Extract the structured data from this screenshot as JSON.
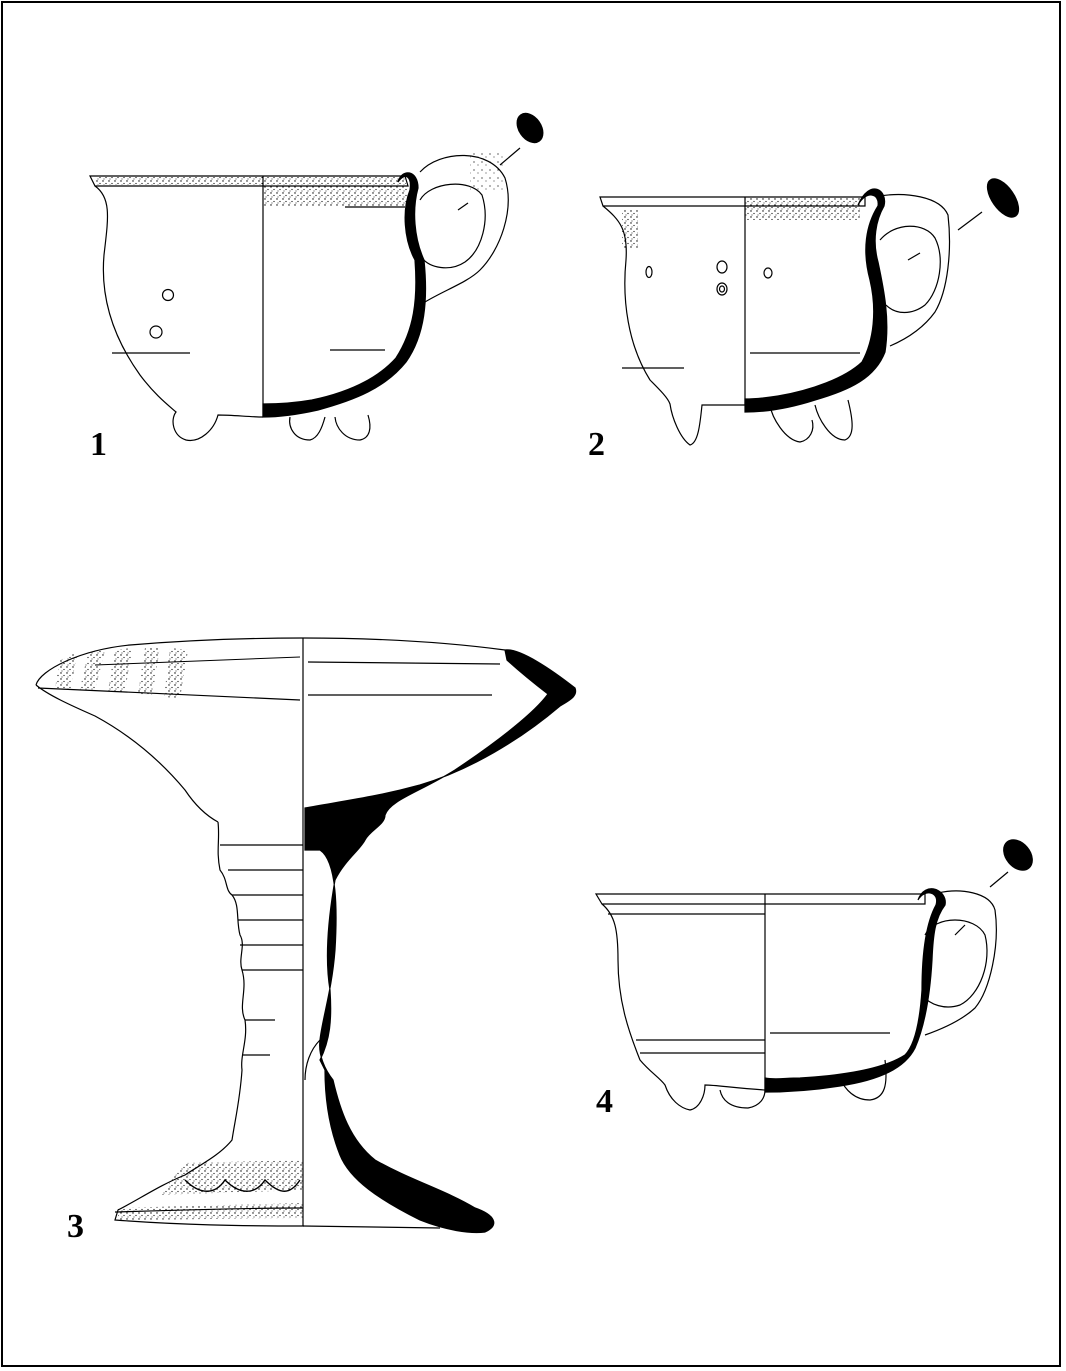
{
  "plate": {
    "figures": [
      {
        "id": "fig-1",
        "number": "1",
        "type": "footed cup with handle"
      },
      {
        "id": "fig-2",
        "number": "2",
        "type": "footed cup with handle"
      },
      {
        "id": "fig-3",
        "number": "3",
        "type": "pedestal goblet"
      },
      {
        "id": "fig-4",
        "number": "4",
        "type": "footed cup with handle"
      }
    ],
    "colors": {
      "ink": "#000000",
      "paper": "#ffffff",
      "frame": "#000000"
    }
  }
}
